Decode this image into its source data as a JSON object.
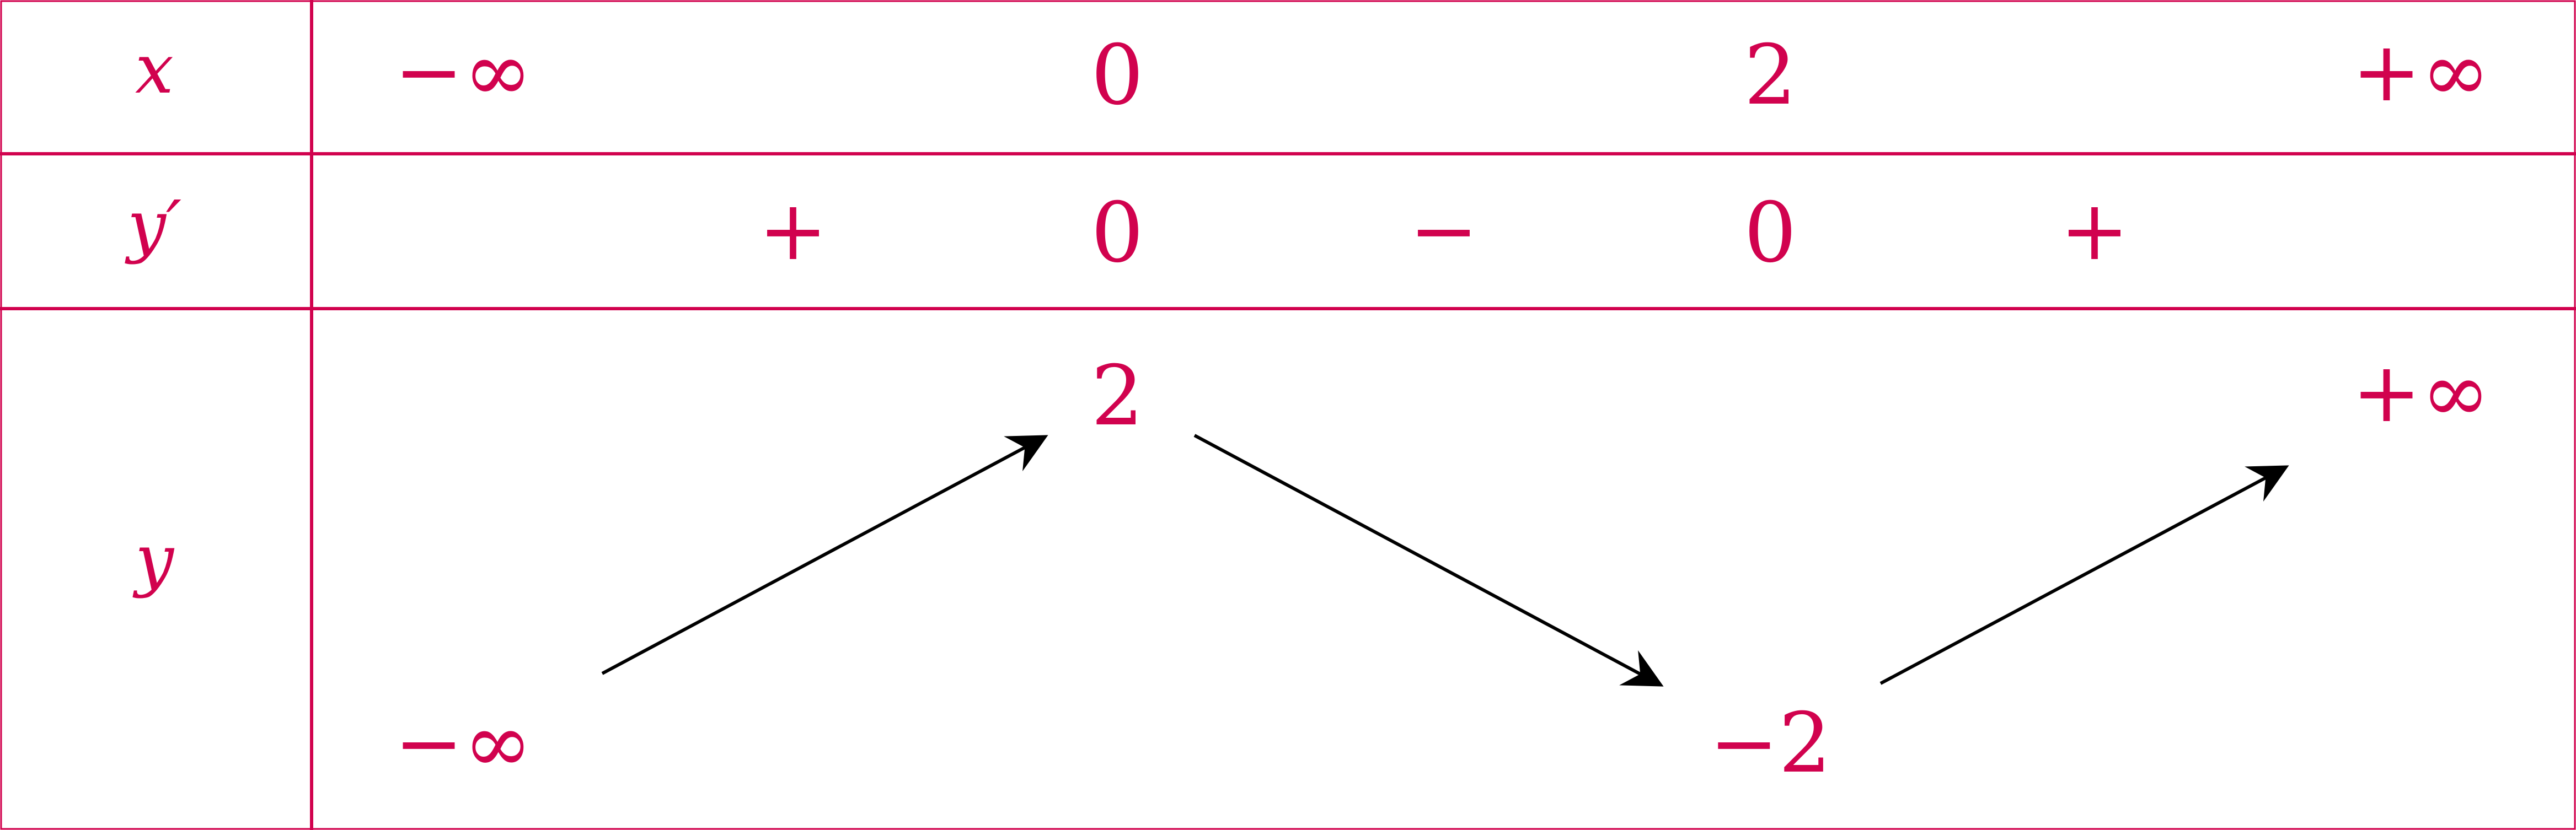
{
  "colors": {
    "accent": "#d1024e",
    "arrow": "#000000",
    "background": "#ffffff"
  },
  "rows": {
    "x": {
      "label": "x",
      "values": [
        "−∞",
        "0",
        "2",
        "+∞"
      ]
    },
    "yprime": {
      "label": "y′",
      "signs": [
        "+",
        "0",
        "−",
        "0",
        "+"
      ]
    },
    "y": {
      "label": "y",
      "values": [
        "−∞",
        "2",
        "−2",
        "+∞"
      ]
    }
  }
}
